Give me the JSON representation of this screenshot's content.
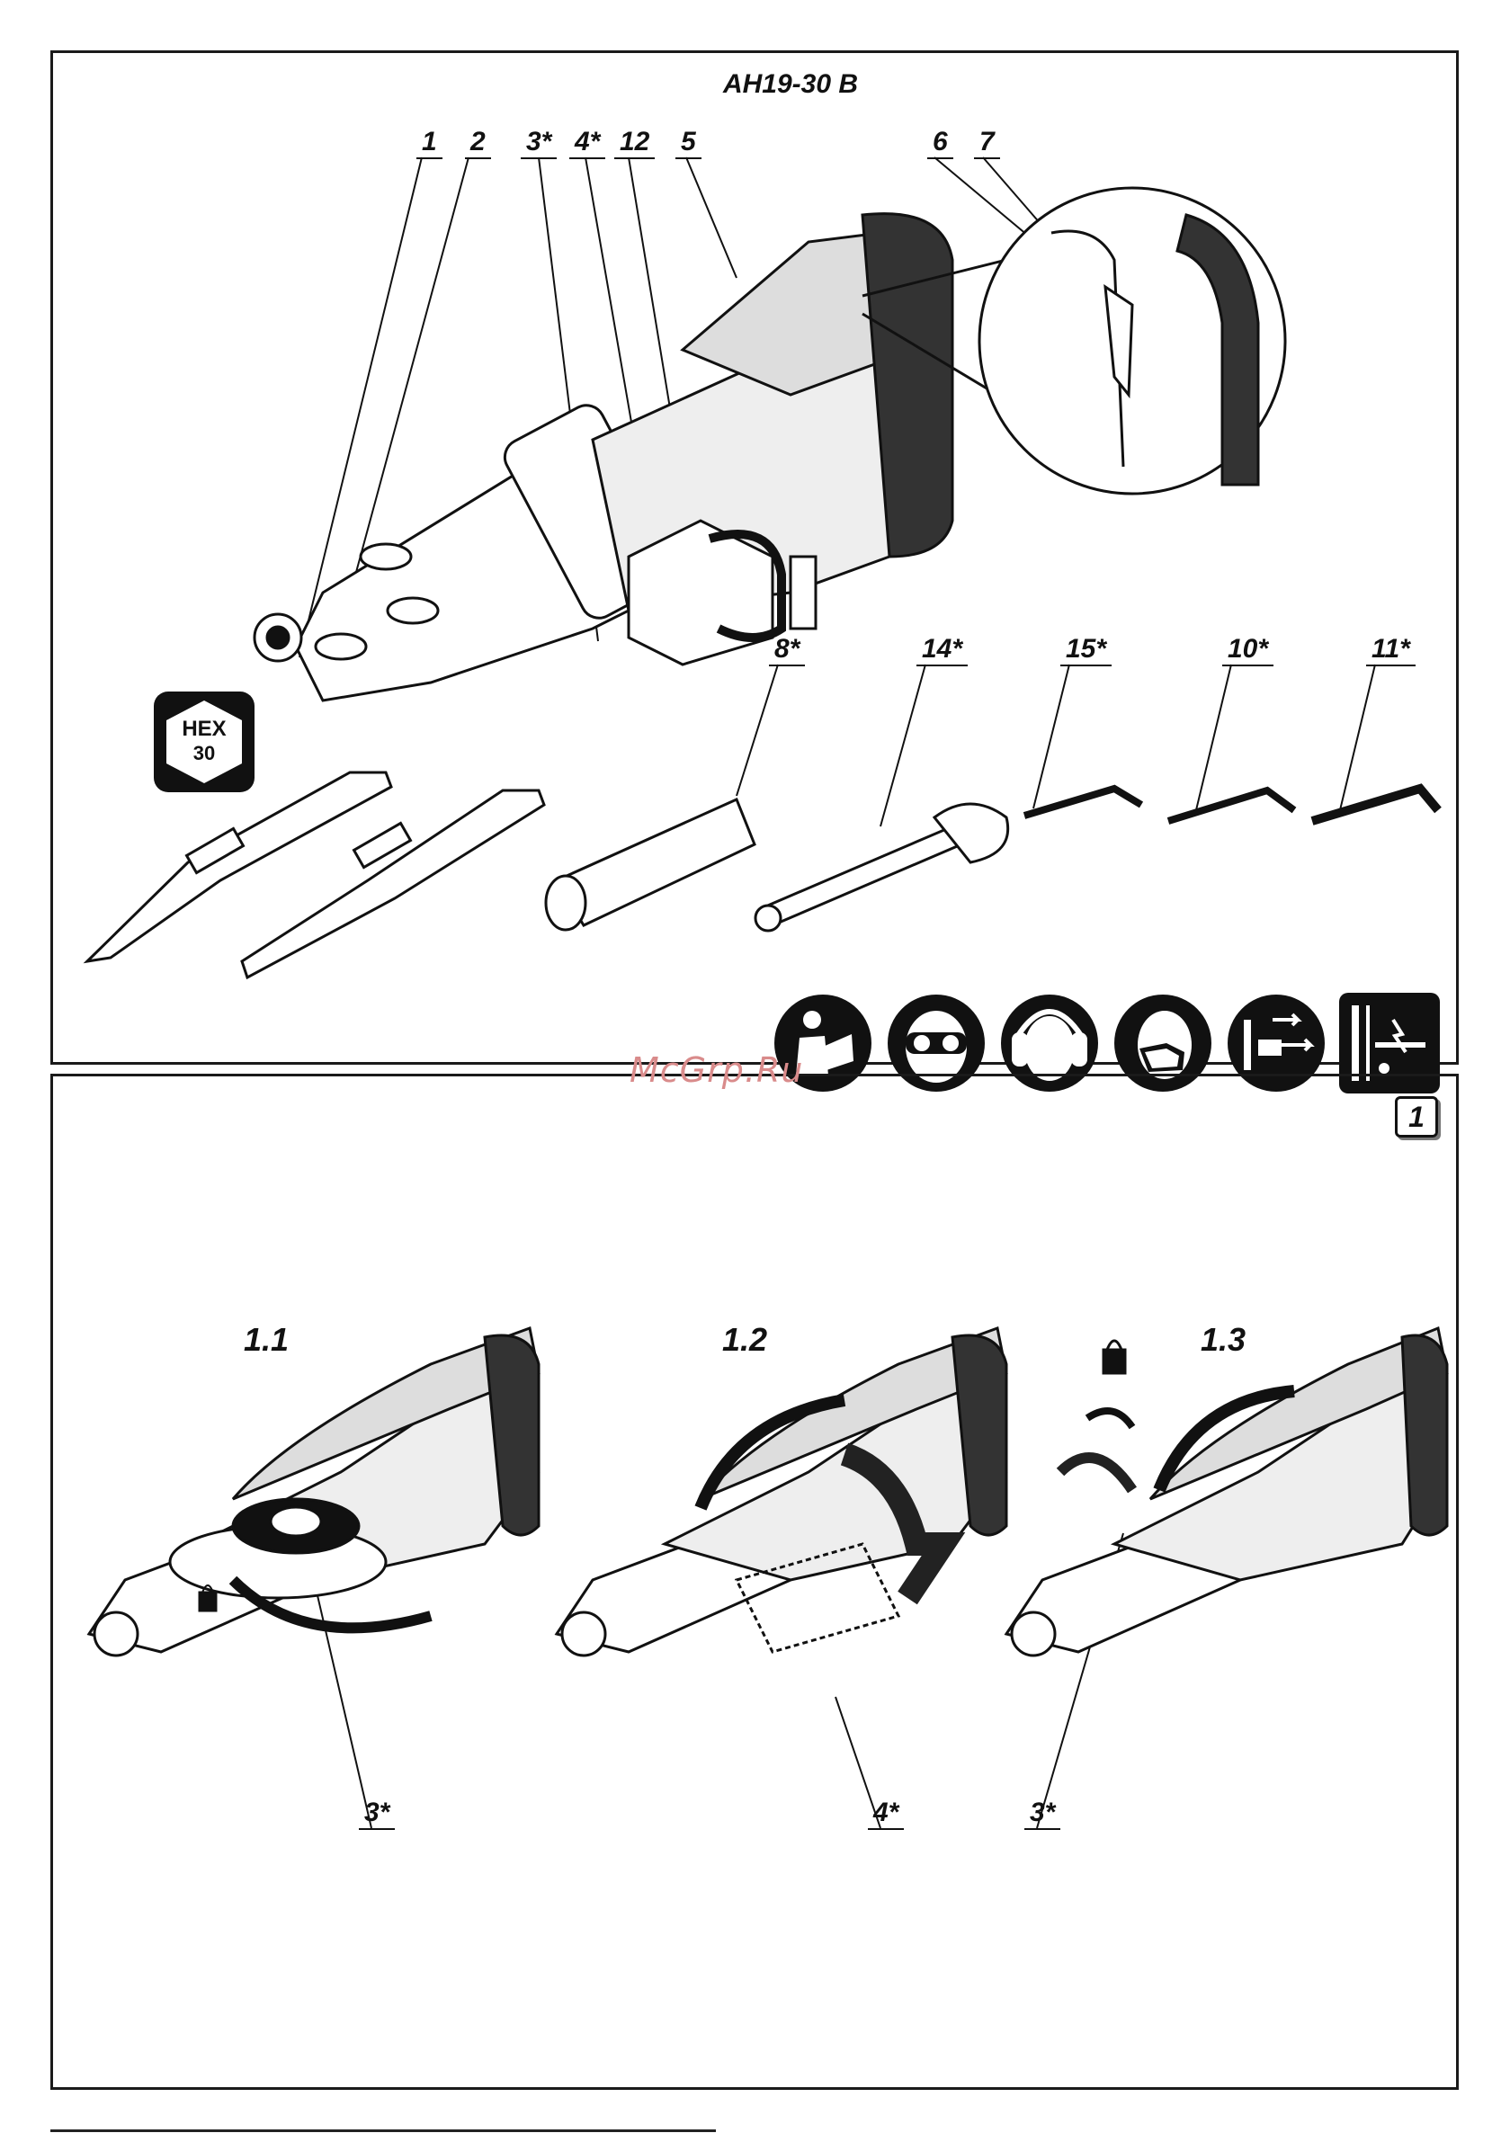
{
  "model": "AH19-30 B",
  "watermark": "McGrp.Ru",
  "page_badge": "1",
  "hex_badge": {
    "line1": "HEX",
    "line2": "30"
  },
  "part_labels": {
    "p1": "1",
    "p2": "2",
    "p3": "3*",
    "p4": "4*",
    "p12": "12",
    "p5": "5",
    "p6": "6",
    "p7": "7",
    "p8": "8*",
    "p14": "14*",
    "p15": "15*",
    "p10": "10*",
    "p11": "11*"
  },
  "steps": [
    {
      "title": "1.1",
      "label": "3*"
    },
    {
      "title": "1.2",
      "label": "4*"
    },
    {
      "title": "1.3",
      "label": "3*"
    }
  ],
  "safety_icons": [
    "read-manual-icon",
    "safety-goggles-icon",
    "ear-protection-icon",
    "dust-mask-icon",
    "unplug-before-service-icon",
    "hidden-wiring-hazard-icon"
  ]
}
